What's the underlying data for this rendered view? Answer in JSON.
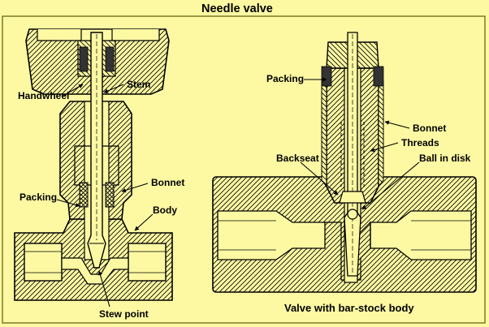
{
  "title": "Needle valve",
  "left_valve": {
    "labels": {
      "handwheel": "Handwheel",
      "stem": "Stem",
      "bonnet": "Bonnet",
      "packing": "Packing",
      "body": "Body",
      "point": "Stew point"
    }
  },
  "right_valve": {
    "labels": {
      "packing": "Packing",
      "bonnet": "Bonnet",
      "threads": "Threads",
      "backseat": "Backseat",
      "ball": "Ball in disk"
    },
    "caption": "Valve with bar-stock body"
  },
  "colors": {
    "background": "#fdf9a3",
    "frame": "#7a7a2a",
    "ink": "#000000",
    "solid_part": "#333333"
  }
}
